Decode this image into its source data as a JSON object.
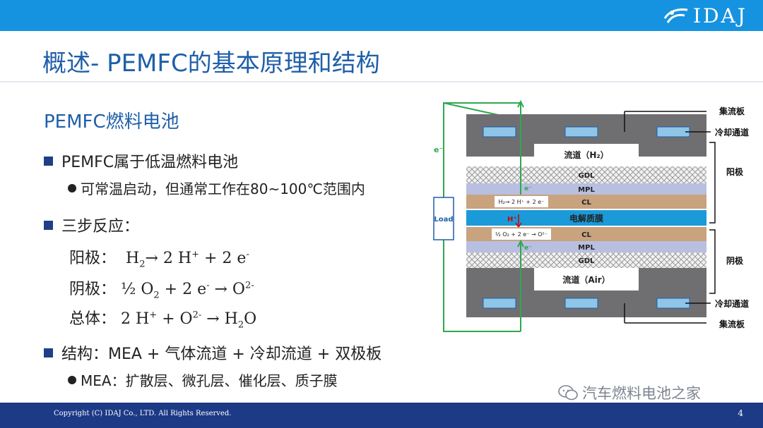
{
  "header": {
    "logo_text": "IDAJ"
  },
  "slide": {
    "title": "概述- PEMFC的基本原理和结构",
    "subheading": "PEMFC燃料电池",
    "bullet1": "PEMFC属于低温燃料电池",
    "bullet1_sub": "可常温启动，但通常工作在80~100℃范围内",
    "bullet2": "三步反应：",
    "anode_label": "阳极：",
    "cathode_label": "阴极：",
    "overall_label": "总体：",
    "bullet3": "结构：MEA + 气体流道 + 冷却流道 + 双极板",
    "bullet3_sub": "MEA：扩散层、微孔层、催化层、质子膜"
  },
  "diagram": {
    "collector_top": "集流板",
    "cooling_top": "冷却通道",
    "anode": "阳极",
    "cathode": "阴极",
    "cooling_bottom": "冷却通道",
    "collector_bottom": "集流板",
    "channel_h2": "流道（H₂）",
    "channel_air": "流道（Air）",
    "gdl": "GDL",
    "mpl": "MPL",
    "cl": "CL",
    "membrane": "电解质膜",
    "anode_reaction": "H₂→ 2 H⁺ + 2 e⁻",
    "cathode_reaction": "½ O₂ + 2 e⁻ → O²⁻",
    "proton": "H⁺",
    "electron": "e⁻",
    "electron_left": "e⁻",
    "load": "Load",
    "colors": {
      "plate": "#6f6f72",
      "membrane": "#1a9ad8",
      "cl": "#c9a27e",
      "mpl": "#b8bfe0",
      "wire": "#2fa84f"
    }
  },
  "footer": {
    "copyright": "Copyright (C) IDAJ Co., LTD. All Rights Reserved.",
    "page_number": "4"
  },
  "watermark": {
    "text": "汽车燃料电池之家"
  }
}
